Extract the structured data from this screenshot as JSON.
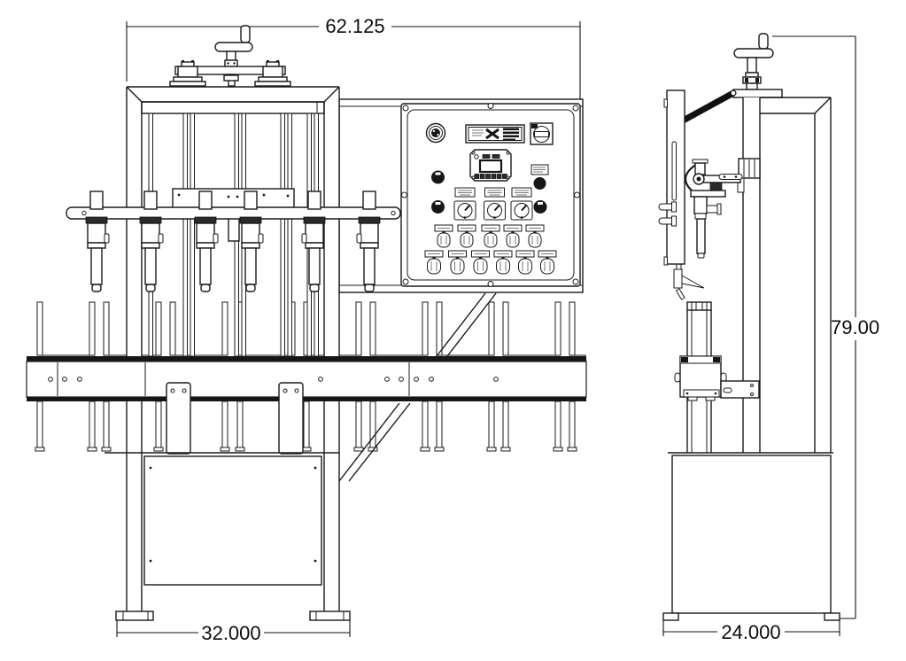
{
  "page": {
    "background": "#ffffff",
    "line_color": "#1a1a1a"
  },
  "drawing": {
    "type": "orthographic-engineering-drawing",
    "subject": "filling-machine",
    "views": [
      {
        "name": "front-view"
      },
      {
        "name": "side-view"
      }
    ],
    "dimensions": {
      "overall_width": "62.125",
      "overall_height": "79.00",
      "front_base_width": "32.000",
      "side_base_depth": "24.000"
    },
    "counts": {
      "filling_nozzles": 6,
      "control_knobs": 3,
      "selector_switches_row1": 5,
      "selector_switches_row2": 6,
      "containers_upper_row": 9,
      "containers_lower_row": 9
    }
  }
}
